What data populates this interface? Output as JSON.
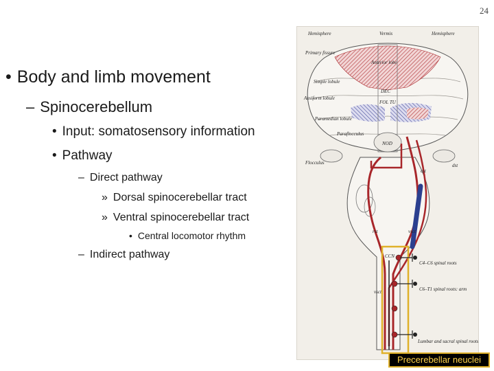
{
  "slide_number": "24",
  "outline": {
    "level1": {
      "bullet": "•",
      "text": "Body and limb movement"
    },
    "level2": {
      "bullet": "–",
      "text": "Spinocerebellum"
    },
    "level3": [
      {
        "bullet": "•",
        "text": "Input: somatosensory information"
      },
      {
        "bullet": "•",
        "text": "Pathway"
      }
    ],
    "level4_direct": {
      "bullet": "–",
      "text": "Direct pathway"
    },
    "level5": [
      {
        "bullet": "»",
        "text": "Dorsal spinocerebellar tract"
      },
      {
        "bullet": "»",
        "text": "Ventral spinocerebellar tract"
      }
    ],
    "level6": {
      "bullet": "•",
      "text": "Central locomotor rhythm"
    },
    "level4_indirect": {
      "bullet": "–",
      "text": "Indirect pathway"
    }
  },
  "figure": {
    "labels": {
      "hemisphere_left": "Hemisphere",
      "vermis": "Vermis",
      "hemisphere_right": "Hemisphere",
      "primary_fissure": "Primary fissure",
      "anterior_lobe": "Anterior lobe",
      "simple_lobule": "Simple lobule",
      "ansiform_lobule": "Ansiform lobule",
      "paramedian_lobule": "Paramedian lobule",
      "paraflocculus": "Paraflocculus",
      "flocculus": "Flocculus",
      "dec": "DEC",
      "fol_tu": "FOL TU",
      "nod": "NOD",
      "cst": "cst",
      "dst": "dst",
      "ccn": "CCN",
      "ccn_vsct": "vsct",
      "rst": "rst",
      "vsct": "vsct",
      "roots_neck": "C4–C6 spinal roots",
      "roots_arm": "C6–T1 spinal roots: arm",
      "roots_leg": "Lumbar and sacral spinal roots: leg"
    },
    "colors": {
      "red_pathway": "#a8262a",
      "blue_pathway": "#2b3f8f",
      "highlight_box": "#e0b12a"
    }
  },
  "caption": "Precerebellar neuclei"
}
